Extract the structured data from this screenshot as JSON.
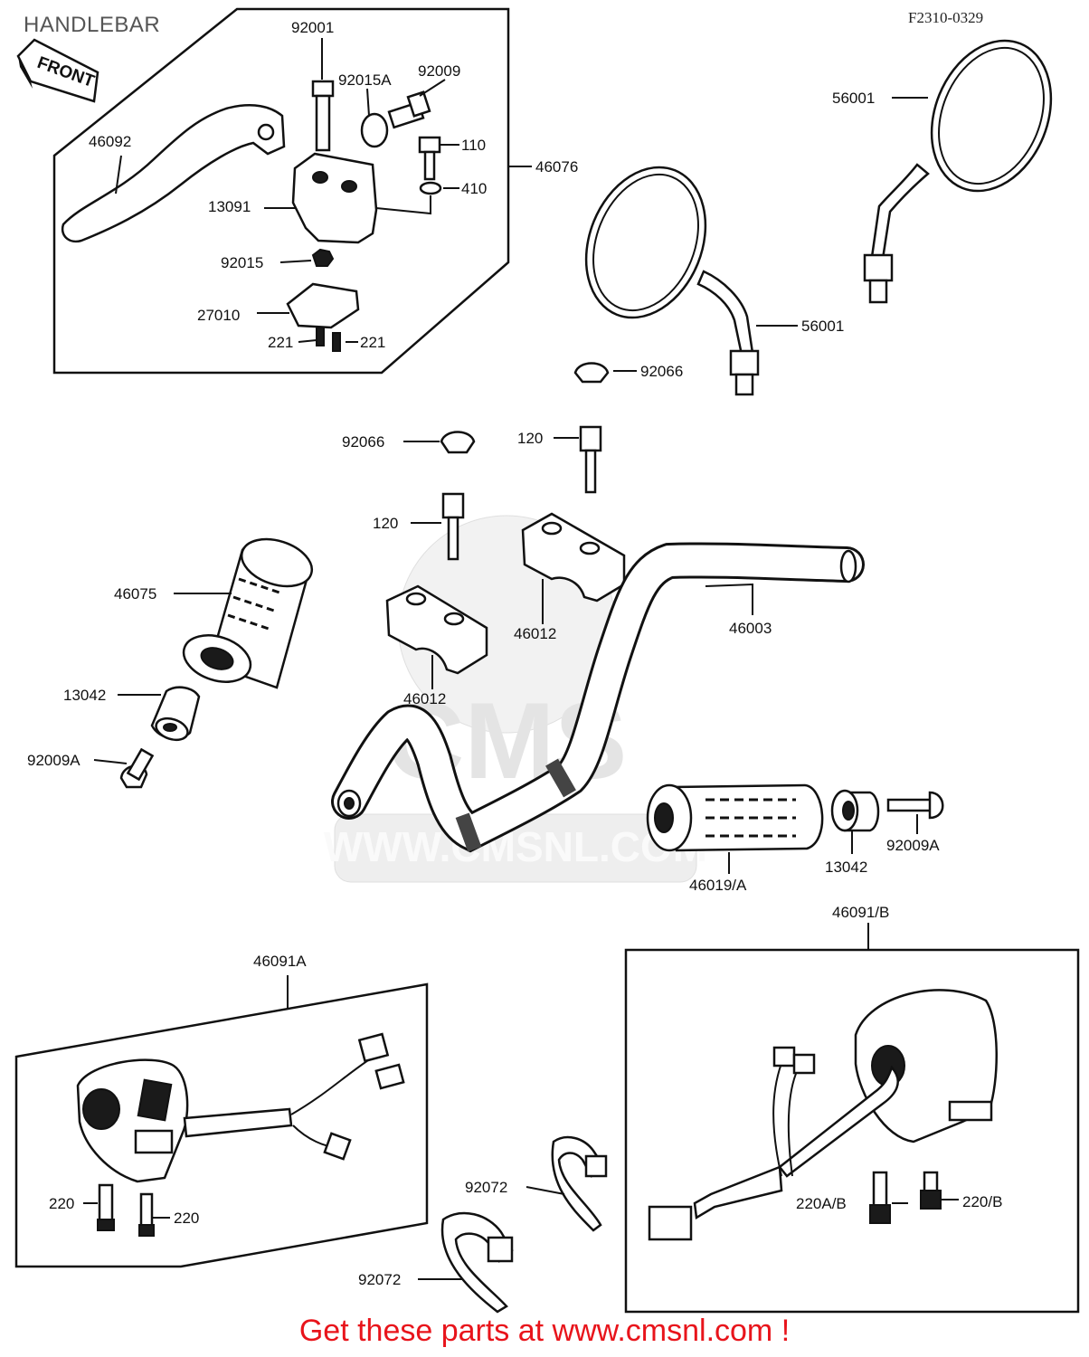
{
  "header": {
    "title": "HANDLEBAR",
    "code": "F2310-0329"
  },
  "front_tag": "FRONT",
  "labels": {
    "p92001": "92001",
    "p92015A": "92015A",
    "p92009": "92009",
    "p46092": "46092",
    "p110": "110",
    "p46076": "46076",
    "p410": "410",
    "p13091": "13091",
    "p92015": "92015",
    "p27010": "27010",
    "p221a": "221",
    "p221b": "221",
    "p56001a": "56001",
    "p56001b": "56001",
    "p92066a": "92066",
    "p92066b": "92066",
    "p120a": "120",
    "p120b": "120",
    "p46075": "46075",
    "p46012a": "46012",
    "p46012b": "46012",
    "p46003": "46003",
    "p13042a": "13042",
    "p92009Aa": "92009A",
    "p13042b": "13042",
    "p92009Ab": "92009A",
    "p46019A": "46019/A",
    "p46091B": "46091/B",
    "p46091A": "46091A",
    "p220a": "220",
    "p220b": "220",
    "p92072a": "92072",
    "p92072b": "92072",
    "p220AB": "220A/B",
    "p220B": "220/B"
  },
  "watermark": {
    "brand": "CMS",
    "url": "WWW.CMSNL.COM"
  },
  "footer": {
    "text": "Get these parts at www.cmsnl.com !"
  }
}
